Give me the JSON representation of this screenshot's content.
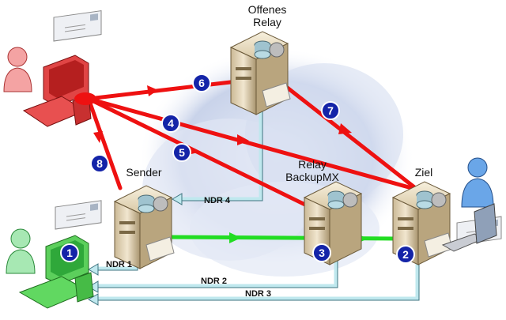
{
  "labels": {
    "open_relay": "Offenes\nRelay",
    "sender": "Sender",
    "relay_backup": "Relay\nBackupMX",
    "target": "Ziel"
  },
  "ndr": {
    "ndr1": "NDR 1",
    "ndr2": "NDR 2",
    "ndr3": "NDR 3",
    "ndr4": "NDR 4"
  },
  "steps": {
    "s1": "1",
    "s2": "2",
    "s3": "3",
    "s4": "4",
    "s5": "5",
    "s6": "6",
    "s7": "7",
    "s8": "8"
  },
  "colors": {
    "attack": "#ee1111",
    "normal": "#22dd22",
    "ndr": "#bfe8ee",
    "badge": "#1424a8"
  }
}
